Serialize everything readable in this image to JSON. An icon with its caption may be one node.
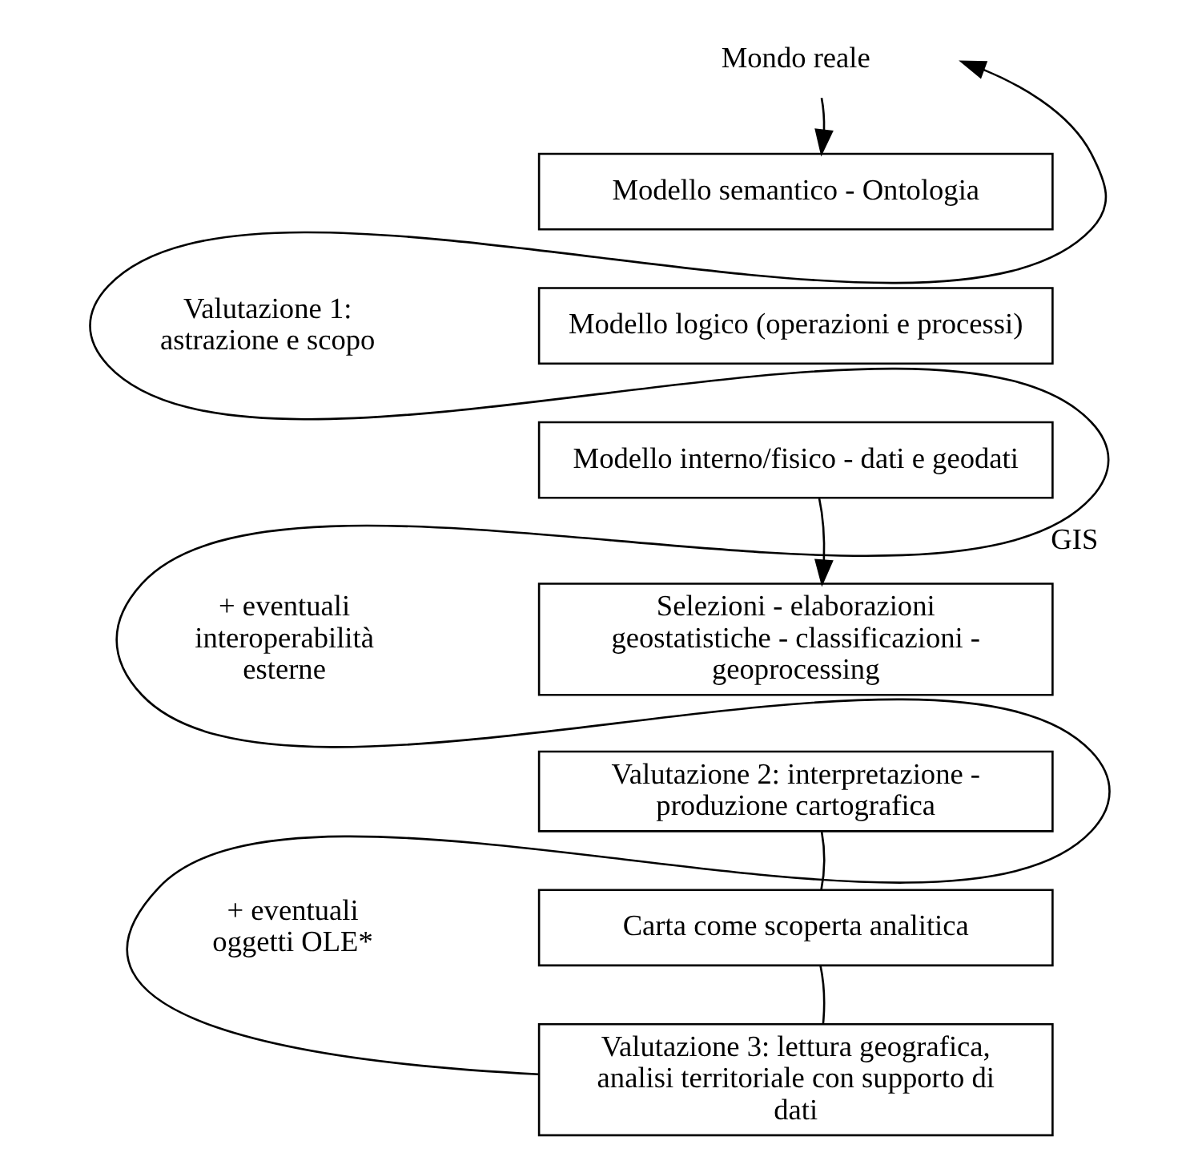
{
  "diagram": {
    "nodes": [
      {
        "text": [
          "Mondo reale"
        ]
      },
      {
        "text": [
          "Modello semantico - Ontologia"
        ]
      },
      {
        "text": [
          "Modello logico (operazioni e processi)"
        ]
      },
      {
        "text": [
          "Modello interno/fisico - dati e geodati"
        ]
      },
      {
        "text": [
          "Selezioni - elaborazioni geostatistiche - classificazioni - geoprocessing"
        ]
      },
      {
        "text": [
          "Valutazione 2: interpretazione - produzione cartografica"
        ]
      },
      {
        "text": [
          "Carta come scoperta analitica"
        ]
      },
      {
        "text": [
          "Valutazione 3: lettura geografica, analisi territoriale con supporto di dati"
        ]
      }
    ],
    "edges": [
      {
        "from": 0,
        "to": 1,
        "arrow": "to"
      },
      {
        "from": 3,
        "to": 4,
        "arrow": "to"
      },
      {
        "from": 5,
        "to": 6,
        "arrow": "none"
      },
      {
        "from": 6,
        "to": 7,
        "arrow": "none"
      },
      {
        "from": 7,
        "to": null,
        "arrow": "to",
        "label": "GIS"
      }
    ],
    "labels": [
      "Valutazione 1: astrazione e scopo",
      "+ eventuali interoperabilità esterne",
      "+ eventuali oggetti OLE*"
    ]
  }
}
